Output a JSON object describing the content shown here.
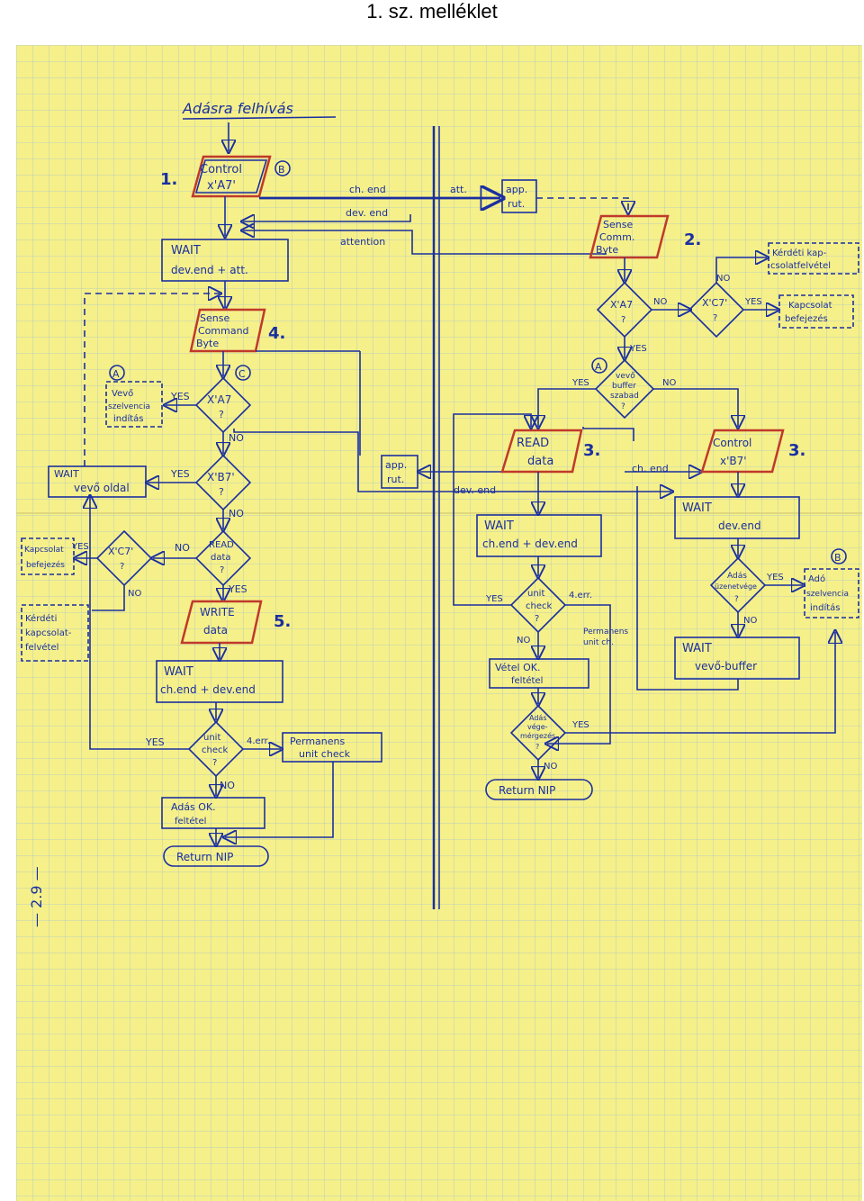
{
  "page": {
    "title": "1. sz. melléklet",
    "page_marker": "— 2.9 —"
  },
  "colors": {
    "paper": "#f6f08a",
    "grid": "#a9c6c8",
    "ink": "#1a2fa0",
    "highlight": "#c0392b"
  },
  "heading": "Adásra felhívás",
  "numbers": {
    "n1": "1.",
    "n2": "2.",
    "n3": "3.",
    "n3b": "3.",
    "n4": "4.",
    "n5": "5."
  },
  "connectors": {
    "A": "A",
    "B": "B",
    "C": "C",
    "A2": "A",
    "B2": "B"
  },
  "left": {
    "control": [
      "Control",
      "x'A7'"
    ],
    "wait1": [
      "WAIT",
      "dev.end + att."
    ],
    "sense": [
      "Sense",
      "Command",
      "Byte"
    ],
    "d_xa7": [
      "X'A7",
      "?"
    ],
    "vevo": [
      "Vevő",
      "szelvencia",
      "indítás"
    ],
    "d_xb7": [
      "X'B7'",
      "?"
    ],
    "wait_vevo": [
      "WAIT",
      "vevő oldal"
    ],
    "d_read": [
      "READ",
      "data",
      "?"
    ],
    "d_xc7": [
      "X'C7'",
      "?"
    ],
    "kapcsolat": [
      "Kapcsolat",
      "befejezés"
    ],
    "kerdeti": [
      "Kérdéti",
      "kapcsolat-",
      "felvétel"
    ],
    "write": [
      "WRITE",
      "data"
    ],
    "wait2": [
      "WAIT",
      "ch.end + dev.end"
    ],
    "d_unit": [
      "unit",
      "check",
      "?"
    ],
    "perm": [
      "Permanens",
      "unit check"
    ],
    "adas_ok": [
      "Adás OK.",
      "feltétel"
    ],
    "return": "Return NIP",
    "app": [
      "app.",
      "rut."
    ]
  },
  "middle": {
    "ch_end": "ch. end",
    "att": "att.",
    "dev_end": "dev. end",
    "attention": "attention",
    "dev_end2": "dev. end",
    "ch_end2": "ch. end",
    "app": [
      "app.",
      "rut."
    ]
  },
  "right": {
    "sense": [
      "Sense",
      "Comm.",
      "Byte"
    ],
    "d_xa7": [
      "X'A7",
      "?"
    ],
    "d_xc7": [
      "X'C7'",
      "?"
    ],
    "kerdeti": [
      "Kérdéti kap-",
      "csolatfelvétel"
    ],
    "kapcsolat": [
      "Kapcsolat",
      "befejezés"
    ],
    "d_buffer": [
      "vevő",
      "buffer",
      "szabad",
      "?"
    ],
    "read": [
      "READ",
      "data"
    ],
    "control": [
      "Control",
      "x'B7'"
    ],
    "wait_ch": [
      "WAIT",
      "ch.end + dev.end"
    ],
    "wait_dev": [
      "WAIT",
      "dev.end"
    ],
    "d_unit": [
      "unit",
      "check",
      "?"
    ],
    "err4": "4.err.",
    "perm": [
      "Permanens",
      "unit ch."
    ],
    "d_uzenet": [
      "Adás",
      "üzenetvége",
      "?"
    ],
    "adoszelv": [
      "Adó",
      "szelvencia",
      "indítás"
    ],
    "wait_buffer": [
      "WAIT",
      "vevő-buffer"
    ],
    "vetel": [
      "Vétel OK.",
      "feltétel"
    ],
    "d_adasvege": [
      "Adás",
      "vége-",
      "mérgezés",
      "?"
    ],
    "return": "Return NIP"
  },
  "labels": {
    "yes": "YES",
    "no": "NO",
    "err4": "4.err."
  }
}
